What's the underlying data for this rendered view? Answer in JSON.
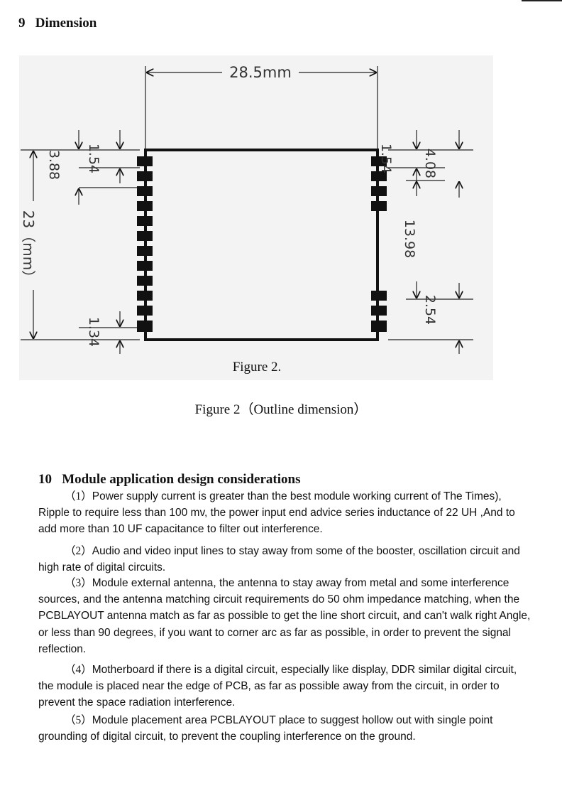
{
  "section9": {
    "number": "9",
    "title": "Dimension"
  },
  "figure": {
    "inner_caption": "Figure 2.",
    "caption": "Figure 2（Outline dimension）",
    "dimensions": {
      "width": "28.5mm",
      "height": "23（mm）",
      "left_top_pad": "1.54",
      "left_antenna": "3.88",
      "left_bottom_pad": "1.34",
      "right_top_pad": "1.54",
      "right_antenna": "4.08",
      "right_span": "13.98",
      "right_bottom_pad": "2.54"
    }
  },
  "section10": {
    "number": "10",
    "title": "Module application design considerations",
    "items": [
      {
        "num": "（1）",
        "text": "Power supply current is greater than the best module working current of The Times), Ripple to require less than 100 mv, the power input end advice series inductance of 22 UH ,And to add more than 10 UF   capacitance to filter out interference."
      },
      {
        "num": "（2）",
        "text": "Audio and video input lines to stay away from some of the booster, oscillation circuit and high rate of digital circuits."
      },
      {
        "num": "（3）",
        "text": "Module external antenna, the antenna to stay away from metal and some interference sources, and the antenna matching circuit requirements do 50 ohm impedance matching, when the PCBLAYOUT antenna match as far as possible to get the line short circuit, and can't walk right Angle, or less than 90 degrees, if you want to corner arc as far as possible, in order to prevent the signal reflection."
      },
      {
        "num": "（4）",
        "text": "Motherboard if there is a digital circuit, especially like display, DDR similar digital circuit, the module is placed near the edge of PCB, as far as possible away from the circuit, in order to prevent the space radiation interference."
      },
      {
        "num": "（5）",
        "text": "Module placement area PCBLAYOUT place to suggest hollow out with single point grounding of digital circuit, to prevent the coupling interference on the ground."
      }
    ]
  }
}
